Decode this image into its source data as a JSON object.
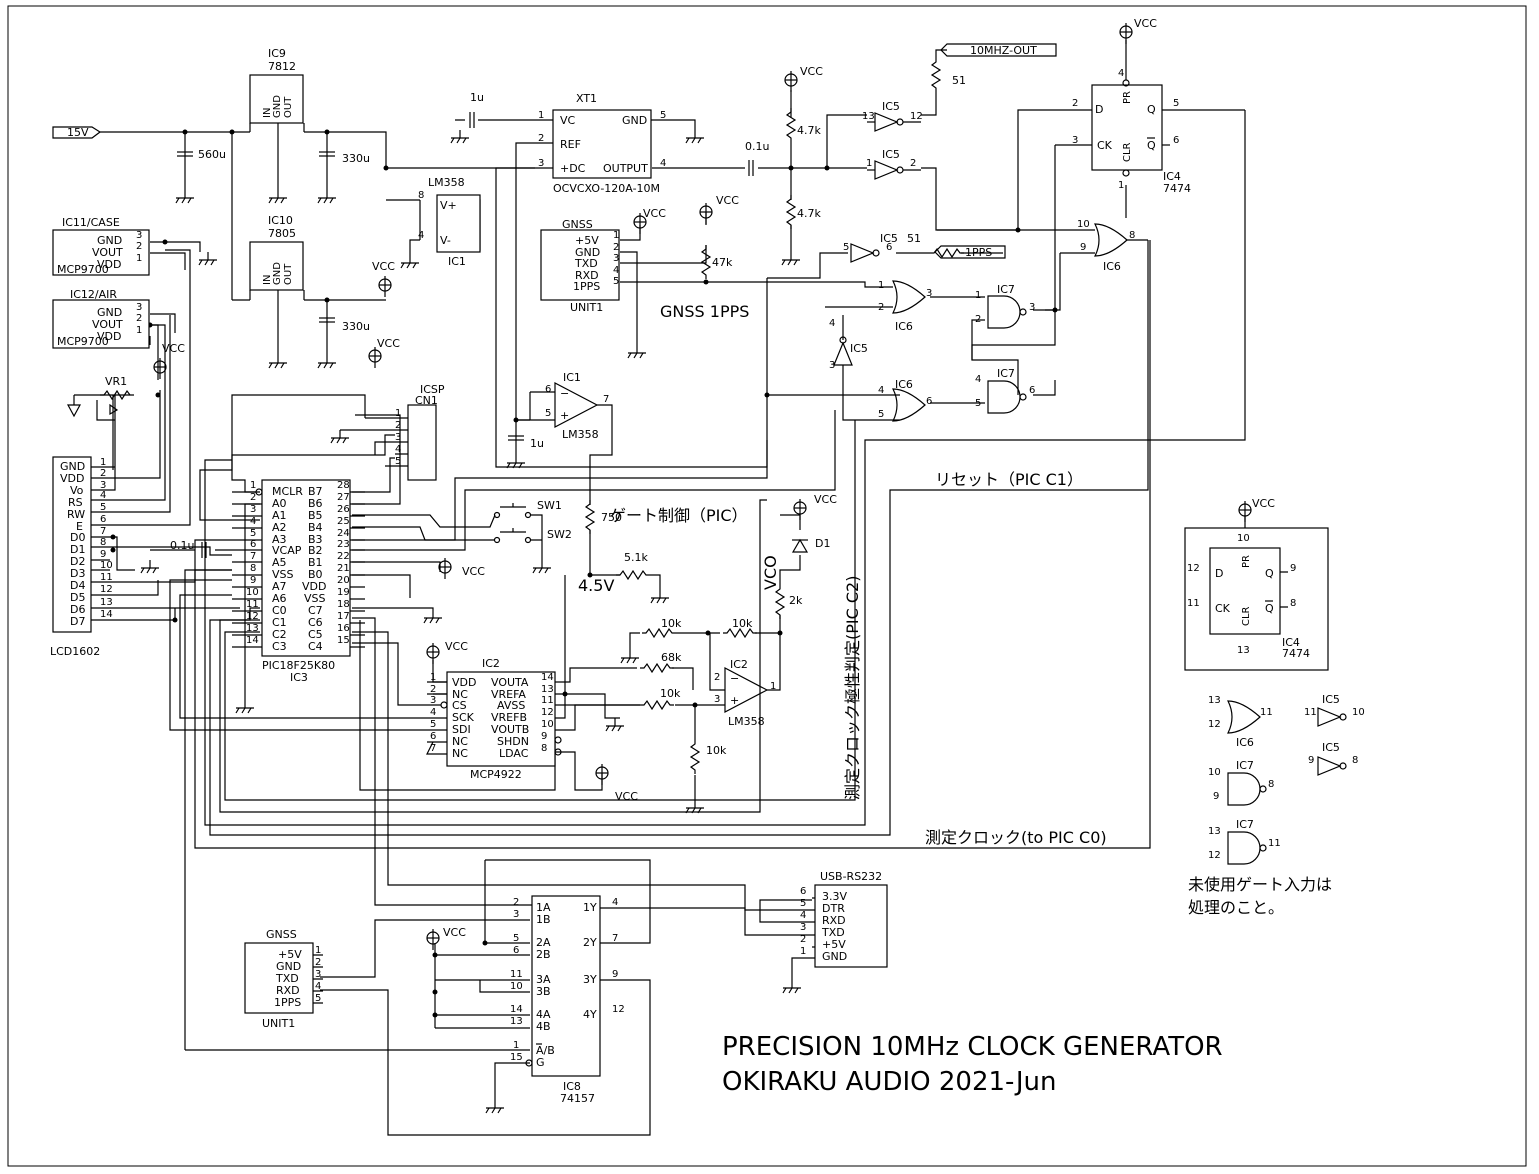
{
  "title": {
    "line1": "PRECISION 10MHz CLOCK GENERATOR",
    "line2": "OKIRAKU AUDIO 2021-Jun"
  },
  "notes": {
    "gnss_1pps": "GNSS 1PPS",
    "gate_control": "ゲート制御（PIC）",
    "reset": "リセット（PIC C1）",
    "polarity": "測定クロック極性判定(PIC C2)",
    "meas_clock": "測定クロック(to PIC C0)",
    "unused1": "未使用ゲート入力は",
    "unused2": "処理のこと。",
    "vco": "VCO",
    "v45": "4.5V"
  },
  "nets": {
    "v15": "15V",
    "out10m": "10MHZ-OUT",
    "pps": "1PPS",
    "vcc": "VCC"
  },
  "parts": {
    "ic9": {
      "ref": "IC9",
      "val": "7812",
      "pins": [
        "IN",
        "GND",
        "OUT"
      ]
    },
    "ic10": {
      "ref": "IC10",
      "val": "7805",
      "pins": [
        "IN",
        "GND",
        "OUT"
      ]
    },
    "c560": "560u",
    "c330a": "330u",
    "c330b": "330u",
    "c1u_a": "1u",
    "c1u_b": "1u",
    "c01a": "0.1u",
    "c01b": "0.1u",
    "ic1_lm358": {
      "name": "LM358",
      "ref": "IC1",
      "vp": "V+",
      "vm": "V-"
    },
    "xt1": {
      "ref": "XT1",
      "val": "OCVCXO-120A-10M",
      "vc": "VC",
      "ref_pin": "REF",
      "dc": "+DC",
      "gnd": "GND",
      "out": "OUTPUT"
    },
    "r47k_a": "4.7k",
    "r47k_b": "4.7k",
    "r51a": "51",
    "r51b": "51",
    "r47k": "47k",
    "ic11": {
      "name": "IC11/CASE",
      "pins": [
        "GND",
        "VOUT",
        "VDD"
      ],
      "chip": "MCP9700"
    },
    "ic12": {
      "name": "IC12/AIR",
      "pins": [
        "GND",
        "VOUT",
        "VDD"
      ],
      "chip": "MCP9700"
    },
    "gnss1": {
      "name": "GNSS",
      "pins": [
        "+5V",
        "GND",
        "TXD",
        "RXD",
        "1PPS"
      ],
      "unit": "UNIT1"
    },
    "gnss2": {
      "name": "GNSS",
      "pins": [
        "+5V",
        "GND",
        "TXD",
        "RXD",
        "1PPS"
      ],
      "unit": "UNIT1"
    },
    "ic4a": {
      "ref": "IC4",
      "val": "7474",
      "d": "D",
      "ck": "CK",
      "q": "Q",
      "qb": "Q",
      "pr": "PR",
      "clr": "CLR"
    },
    "ic4b": {
      "ref": "IC4",
      "val": "7474"
    },
    "vr1": "VR1",
    "icsp": {
      "name": "ICSP",
      "ref": "CN1"
    },
    "lcd": {
      "name": "LCD1602",
      "pins": [
        "GND",
        "VDD",
        "Vo",
        "RS",
        "RW",
        "E",
        "D0",
        "D1",
        "D2",
        "D3",
        "D4",
        "D5",
        "D6",
        "D7"
      ]
    },
    "pic": {
      "name": "PIC18F25K80",
      "ref": "IC3",
      "left": [
        "MCLR",
        "A0",
        "A1",
        "A2",
        "A3",
        "VCAP",
        "A5",
        "VSS",
        "A7",
        "A6",
        "C0",
        "C1",
        "C2",
        "C3"
      ],
      "right": [
        "B7",
        "B6",
        "B5",
        "B4",
        "B3",
        "B2",
        "B1",
        "B0",
        "VDD",
        "VSS",
        "C7",
        "C6",
        "C5",
        "C4"
      ]
    },
    "sw1": "SW1",
    "sw2": "SW2",
    "r750": "750",
    "r51k": "5.1k",
    "d1": "D1",
    "r2k": "2k",
    "r10k_a": "10k",
    "r10k_b": "10k",
    "r68k": "68k",
    "r10k_c": "10k",
    "r10k_d": "10k",
    "ic2": {
      "name": "MCP4922",
      "ref": "IC2",
      "left": [
        "VDD",
        "NC",
        "CS",
        "SCK",
        "SDI",
        "NC",
        "NC"
      ],
      "right": [
        "VOUTA",
        "VREFA",
        "AVSS",
        "VREFB",
        "VOUTB",
        "SHDN",
        "LDAC"
      ]
    },
    "ic2op": "IC2",
    "lm358b": "LM358",
    "ic1b": "IC1",
    "lm358c": "LM358",
    "ic8": {
      "ref": "IC8",
      "val": "74157",
      "left": [
        "1A",
        "1B",
        "2A",
        "2B",
        "3A",
        "3B",
        "4A",
        "4B",
        "A/B",
        "G"
      ],
      "right": [
        "1Y",
        "2Y",
        "3Y",
        "4Y"
      ]
    },
    "usb": {
      "name": "USB-RS232",
      "pins": [
        "3.3V",
        "DTR",
        "RXD",
        "TXD",
        "+5V",
        "GND"
      ]
    },
    "gates": {
      "ic5": "IC5",
      "ic6": "IC6",
      "ic7": "IC7"
    }
  }
}
